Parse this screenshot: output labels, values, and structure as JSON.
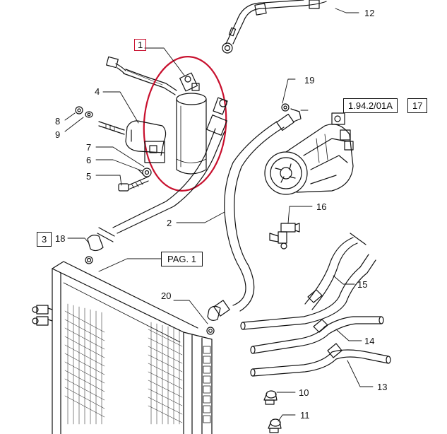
{
  "diagram": {
    "callouts": {
      "c1": "1",
      "c2": "2",
      "c3": "3",
      "c4": "4",
      "c5": "5",
      "c6": "6",
      "c7": "7",
      "c8": "8",
      "c9": "9",
      "c10": "10",
      "c11": "11",
      "c12": "12",
      "c13": "13",
      "c14": "14",
      "c15": "15",
      "c16": "16",
      "c17": "17",
      "c18": "18",
      "c19": "19",
      "c20": "20"
    },
    "reference_code": "1.94.2/01A",
    "page_reference": "PAG. 1"
  },
  "colors": {
    "line": "#111111",
    "highlight": "#c8102e"
  },
  "icons": [
    "receiver-drier",
    "bracket-clamp",
    "ac-compressor",
    "condenser-radiator",
    "hose-pipe",
    "fitting",
    "hose-clamp"
  ]
}
